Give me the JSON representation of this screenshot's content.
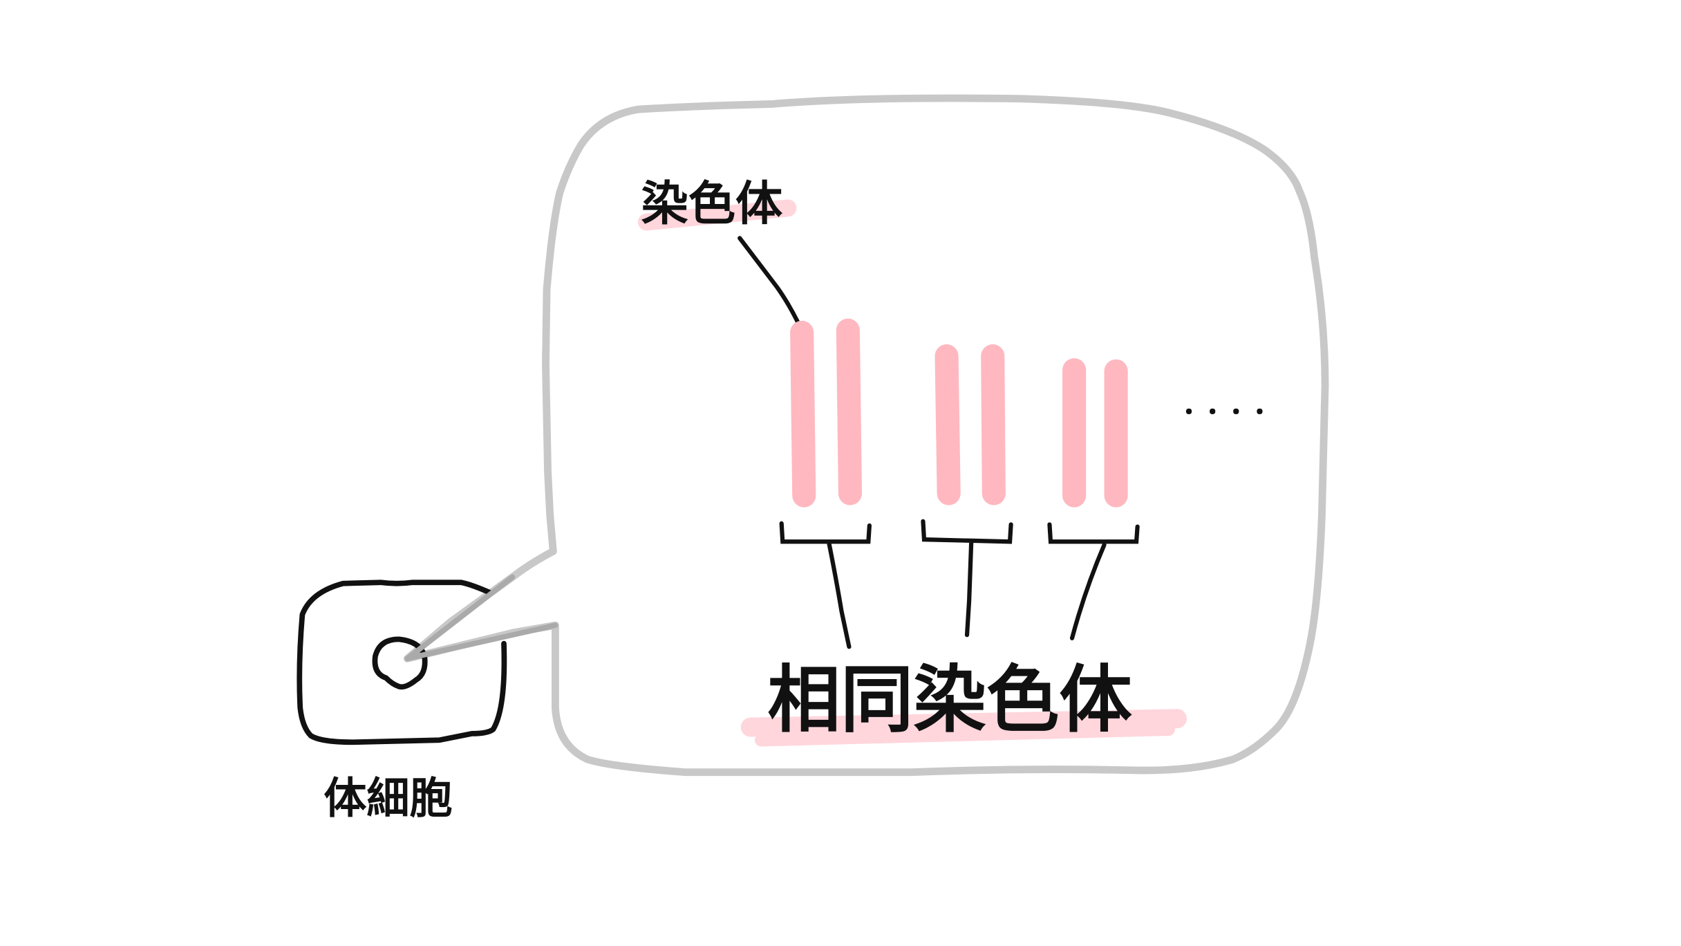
{
  "labels": {
    "chromosome": "染色体",
    "homologous_chromosomes": "相同染色体",
    "somatic_cell": "体細胞",
    "ellipsis": "・・・・"
  },
  "colors": {
    "chromosome": "#ffb8c0",
    "highlight": "#ffd6dc",
    "bubble": "#c8c8c8",
    "ink": "#111111"
  },
  "chromosome_pairs": 3
}
